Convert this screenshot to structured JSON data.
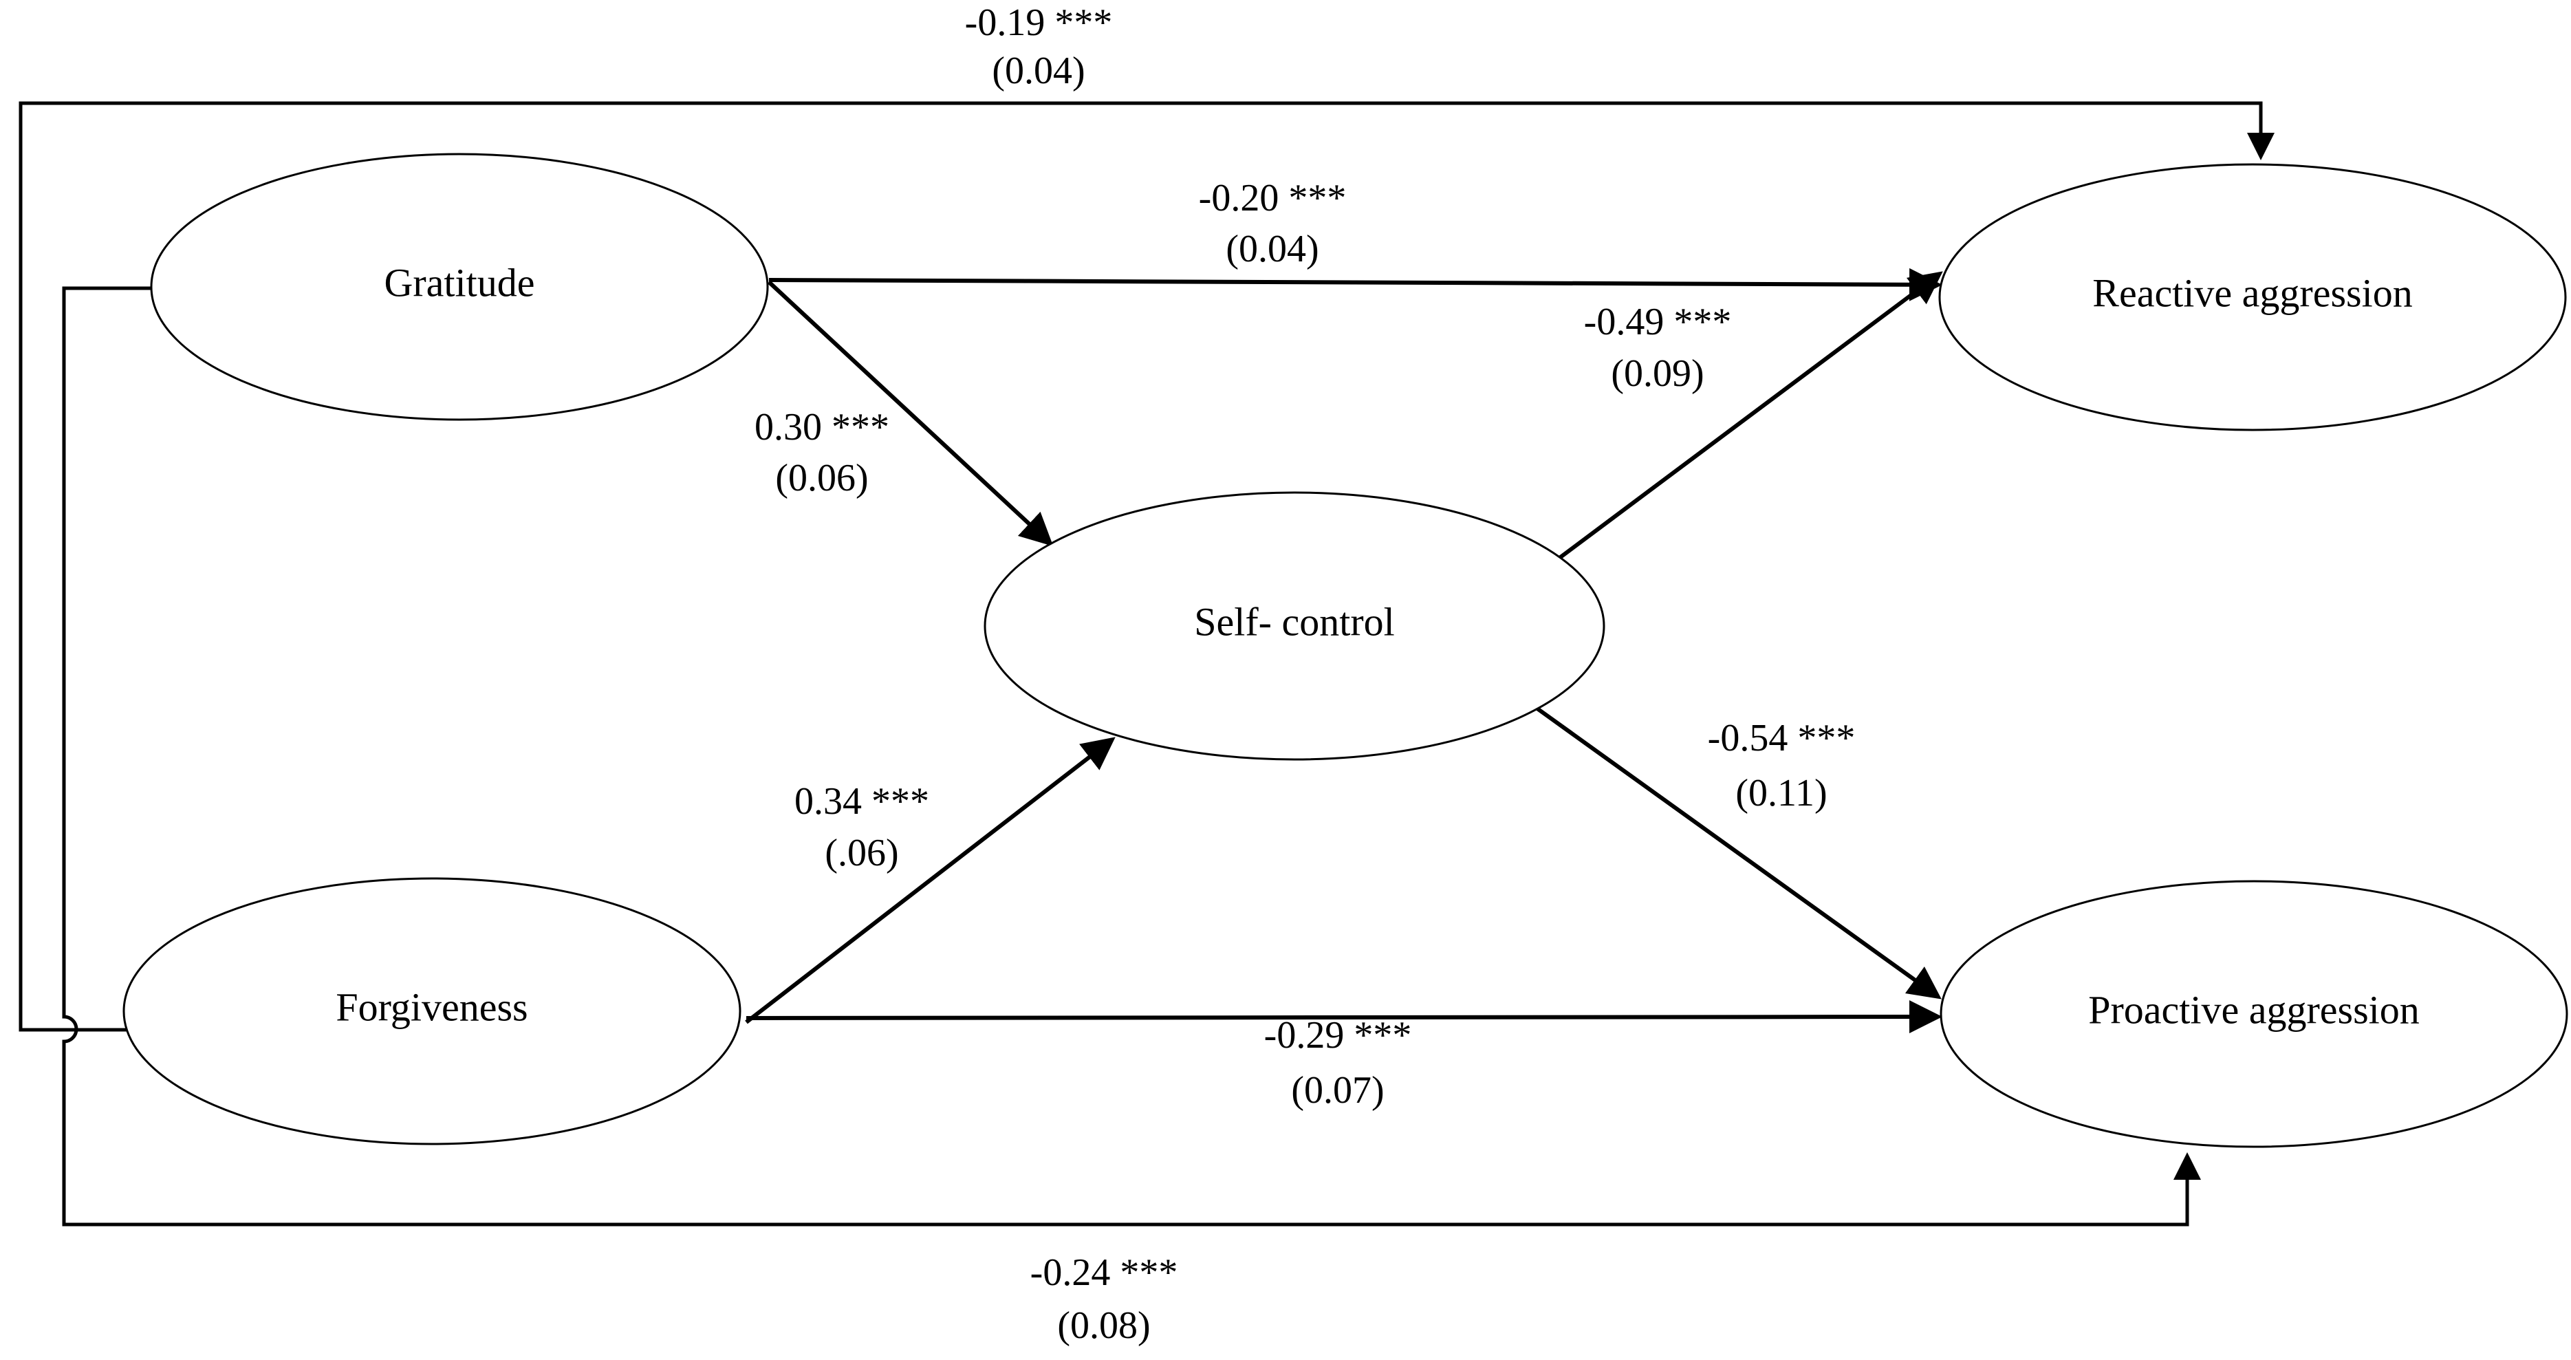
{
  "nodes": {
    "gratitude": "Gratitude",
    "forgiveness": "Forgiveness",
    "self_control": "Self- control",
    "reactive": "Reactive aggression",
    "proactive": "Proactive aggression"
  },
  "paths": {
    "gratitude_to_reactive_outer": {
      "coef": "-0.19 ***",
      "se": "(0.04)"
    },
    "gratitude_to_reactive_direct": {
      "coef": "-0.20 ***",
      "se": "(0.04)"
    },
    "gratitude_to_self_control": {
      "coef": "0.30 ***",
      "se": "(0.06)"
    },
    "self_control_to_reactive": {
      "coef": "-0.49 ***",
      "se": "(0.09)"
    },
    "forgiveness_to_self_control": {
      "coef": "0.34 ***",
      "se": "(.06)"
    },
    "self_control_to_proactive": {
      "coef": "-0.54 ***",
      "se": "(0.11)"
    },
    "forgiveness_to_proactive_direct": {
      "coef": "-0.29 ***",
      "se": "(0.07)"
    },
    "forgiveness_to_proactive_outer": {
      "coef": "-0.24 ***",
      "se": "(0.08)"
    }
  },
  "colors": {
    "stroke": "#000000",
    "background": "#ffffff"
  }
}
